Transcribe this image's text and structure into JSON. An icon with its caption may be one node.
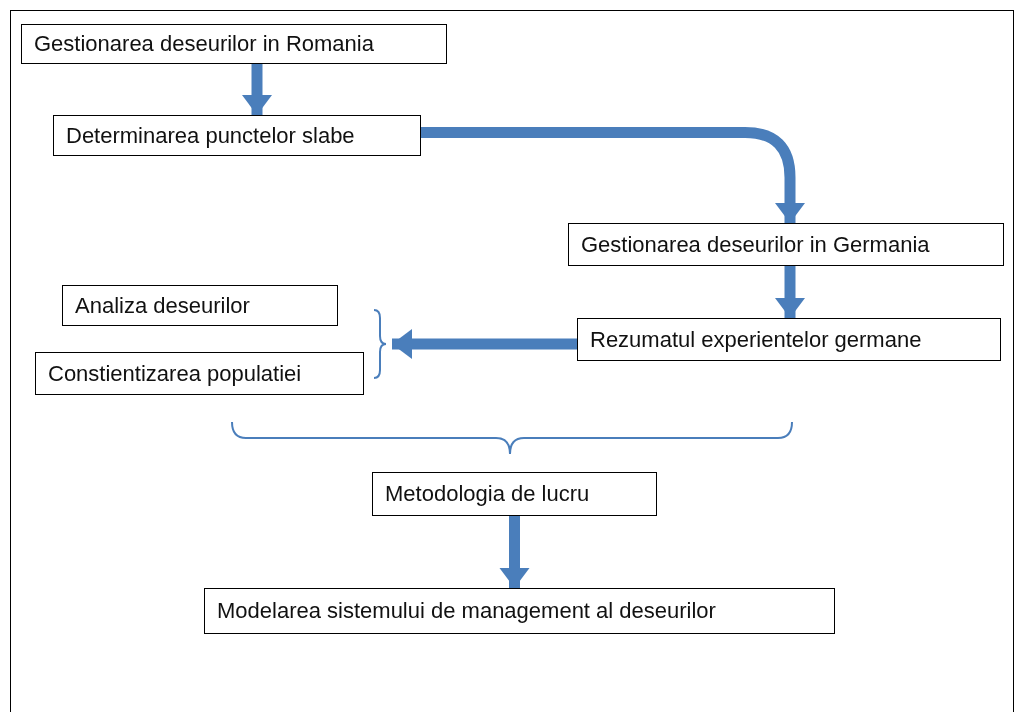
{
  "diagram": {
    "nodes": [
      {
        "text": [
          "Gestionarea deseurilor in Romania"
        ]
      },
      {
        "text": [
          "Determinarea punctelor slabe"
        ]
      },
      {
        "text": [
          "Gestionarea deseurilor in Germania"
        ]
      },
      {
        "text": [
          "Rezumatul experientelor germane"
        ]
      },
      {
        "text": [
          "Analiza deseurilor"
        ]
      },
      {
        "text": [
          "Constientizarea populatiei"
        ]
      },
      {
        "text": [],
        "shape": "bracket"
      },
      {
        "text": [
          "Metodologia de lucru"
        ]
      },
      {
        "text": [
          "Modelarea sistemului de management al deseurilor"
        ]
      }
    ],
    "edges": [
      {
        "from": 0,
        "to": 1,
        "arrow": "to"
      },
      {
        "from": 1,
        "to": 2,
        "arrow": "to"
      },
      {
        "from": 2,
        "to": 3,
        "arrow": "to"
      },
      {
        "from": 3,
        "to": 6,
        "arrow": "to"
      },
      {
        "from": 7,
        "to": 8,
        "arrow": "to"
      }
    ]
  }
}
